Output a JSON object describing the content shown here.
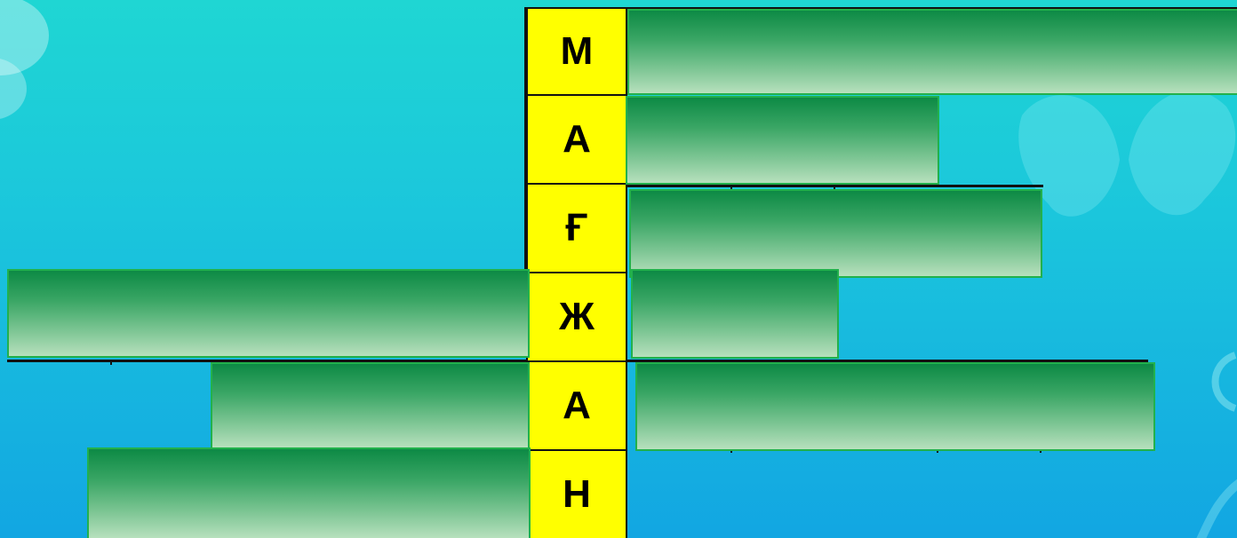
{
  "puzzle": {
    "keyword_letters": [
      "М",
      "А",
      "Ғ",
      "Ж",
      "А",
      "Н"
    ],
    "colors": {
      "background_top": "#1fd6d3",
      "background_bottom": "#12a6e2",
      "key_cell": "#ffff00",
      "answer_bar_dark": "#0d8a45",
      "answer_bar_light": "#b7e0bd",
      "answer_bar_border": "#22b14c"
    },
    "rows": [
      {
        "letter": "М",
        "left_answer_hidden": false,
        "right_answer_hidden": true
      },
      {
        "letter": "А",
        "left_answer_hidden": false,
        "right_answer_hidden": true
      },
      {
        "letter": "Ғ",
        "left_answer_hidden": false,
        "right_answer_hidden": true
      },
      {
        "letter": "Ж",
        "left_answer_hidden": true,
        "right_answer_hidden": true
      },
      {
        "letter": "А",
        "left_answer_hidden": true,
        "right_answer_hidden": true
      },
      {
        "letter": "Н",
        "left_answer_hidden": true,
        "right_answer_hidden": false
      }
    ]
  }
}
